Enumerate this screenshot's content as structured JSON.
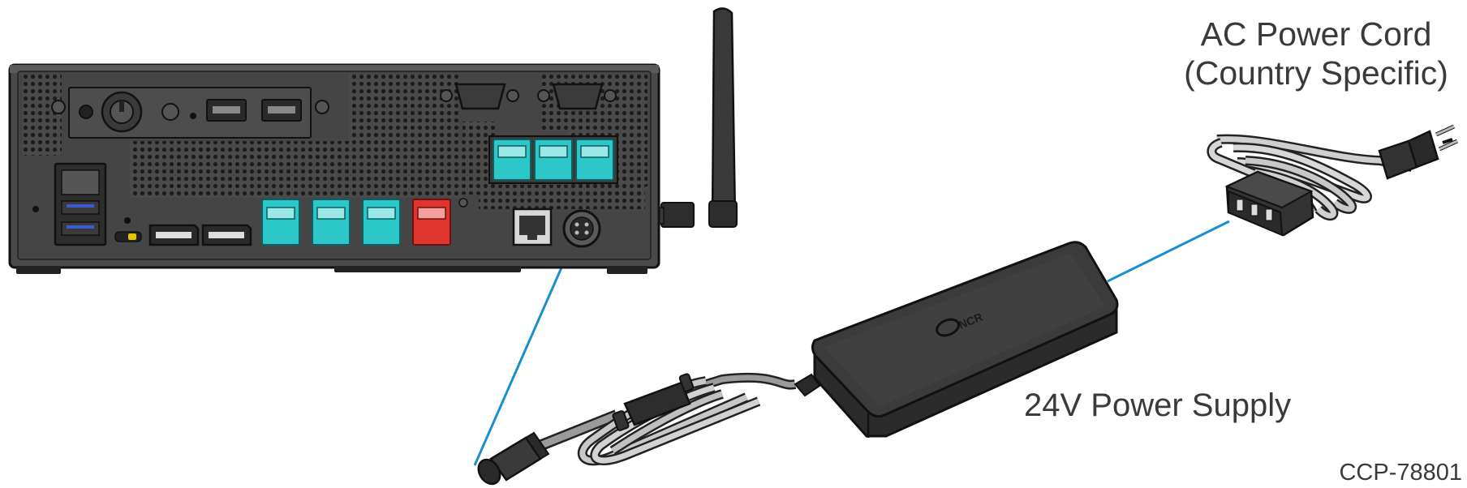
{
  "labels": {
    "ac_cord_line1": "AC Power Cord",
    "ac_cord_line2": "(Country Specific)",
    "power_supply": "24V Power Supply",
    "figure_ref": "CCP-78801",
    "brand_logo": "NCR"
  },
  "colors": {
    "callout_line": "#1a8fd0",
    "device_body": "#4a4a4a",
    "device_dark": "#2d2d2d",
    "teal_ports": "#2cc7c9",
    "red_port": "#e0342f",
    "psu_body": "#3b3b3b",
    "label_text": "#3a3a3a"
  },
  "icons": [
    "antenna-icon",
    "power-button-icon",
    "usb-port-icon",
    "serial-port-icon",
    "poweredusb-port-icon",
    "displayport-icon",
    "ethernet-port-icon",
    "dc-power-jack-icon",
    "ncr-logo-icon",
    "dc-plug-icon",
    "iec-connector-icon",
    "ac-plug-icon"
  ]
}
